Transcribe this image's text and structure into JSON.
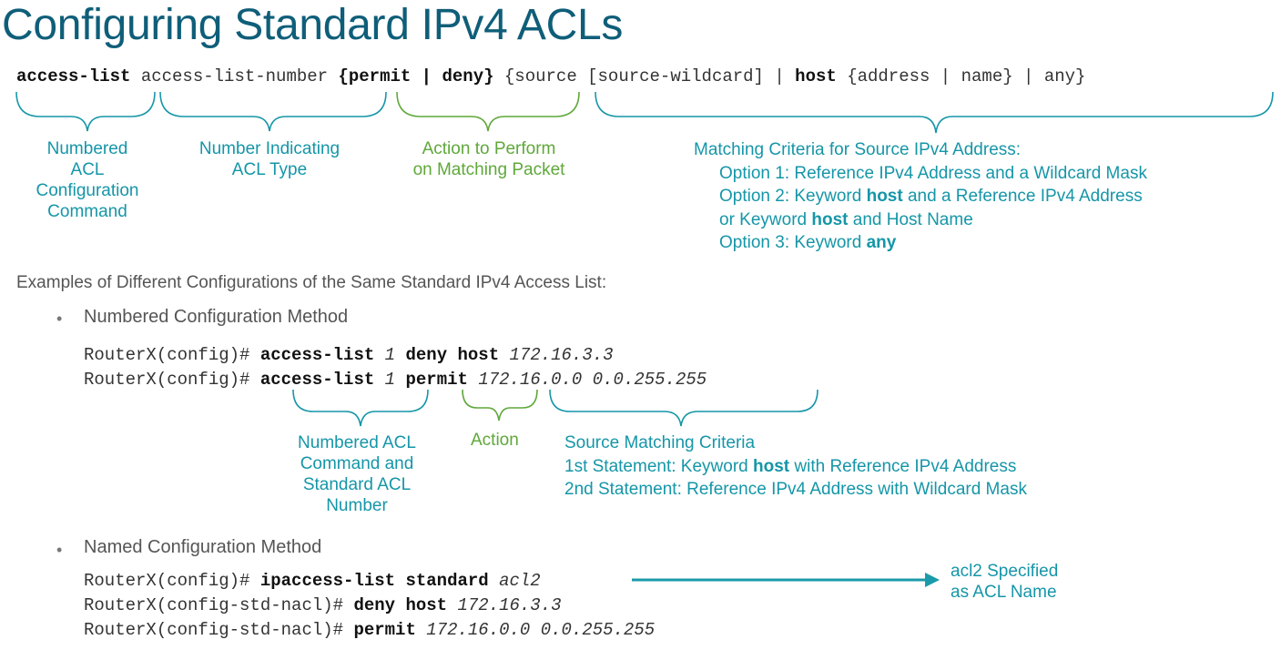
{
  "title": "Configuring Standard IPv4 ACLs",
  "syntax": {
    "kw_access_list": "access-list",
    "access_list_number": "access-list-number",
    "permit_deny": "{permit | deny}",
    "source_part": "{source [source-wildcard] |",
    "host": "host",
    "address_name": "{address | name}",
    "any": "| any}"
  },
  "labels": {
    "numbered_acl_cmd": [
      "Numbered",
      "ACL",
      "Configuration",
      "Command"
    ],
    "number_indicating": [
      "Number Indicating",
      "ACL Type"
    ],
    "action_perform": [
      "Action to Perform",
      "on Matching Packet"
    ],
    "matching_header": "Matching Criteria for Source IPv4 Address:",
    "option1": "Option 1: Reference IPv4 Address and a Wildcard Mask",
    "option2_a": "Option 2: Keyword ",
    "option2_b": "host",
    "option2_c": " and a Reference IPv4 Address",
    "option2b_a": "or Keyword ",
    "option2b_b": "host",
    "option2b_c": " and Host Name",
    "option3_a": "Option 3: Keyword ",
    "option3_b": "any"
  },
  "examples_heading": "Examples of Different Configurations of the Same Standard IPv4 Access List:",
  "numbered": {
    "bullet": "Numbered Configuration Method",
    "line1": {
      "prompt": "RouterX(config)#",
      "cmd": "access-list",
      "num": "1",
      "action": "deny host",
      "addr": "172.16.3.3"
    },
    "line2": {
      "prompt": "RouterX(config)#",
      "cmd": "access-list",
      "num": "1",
      "action": "permit",
      "addr": "172.16.0.0 0.0.255.255"
    },
    "label_cmd": [
      "Numbered ACL",
      "Command and",
      "Standard ACL",
      "Number"
    ],
    "label_action": "Action",
    "label_source_header": "Source Matching Criteria",
    "label_source_1a": "1st Statement: Keyword ",
    "label_source_1b": "host",
    "label_source_1c": " with Reference IPv4 Address",
    "label_source_2": "2nd Statement: Reference IPv4 Address with Wildcard Mask"
  },
  "named": {
    "bullet": "Named Configuration Method",
    "line1": {
      "prompt": "RouterX(config)#",
      "cmd": "ipaccess-list standard",
      "name": "acl2"
    },
    "line2": {
      "prompt": "RouterX(config-std-nacl)#",
      "cmd": "deny host",
      "addr": "172.16.3.3"
    },
    "line3": {
      "prompt": "RouterX(config-std-nacl)#",
      "cmd": "permit",
      "addr": "172.16.0.0 0.0.255.255"
    },
    "arrow_label": [
      "acl2 Specified",
      "as ACL Name"
    ]
  },
  "colors": {
    "title": "#0f5e79",
    "teal": "#1596a8",
    "green": "#5fa83a",
    "arrow": "#1b9aaa"
  }
}
